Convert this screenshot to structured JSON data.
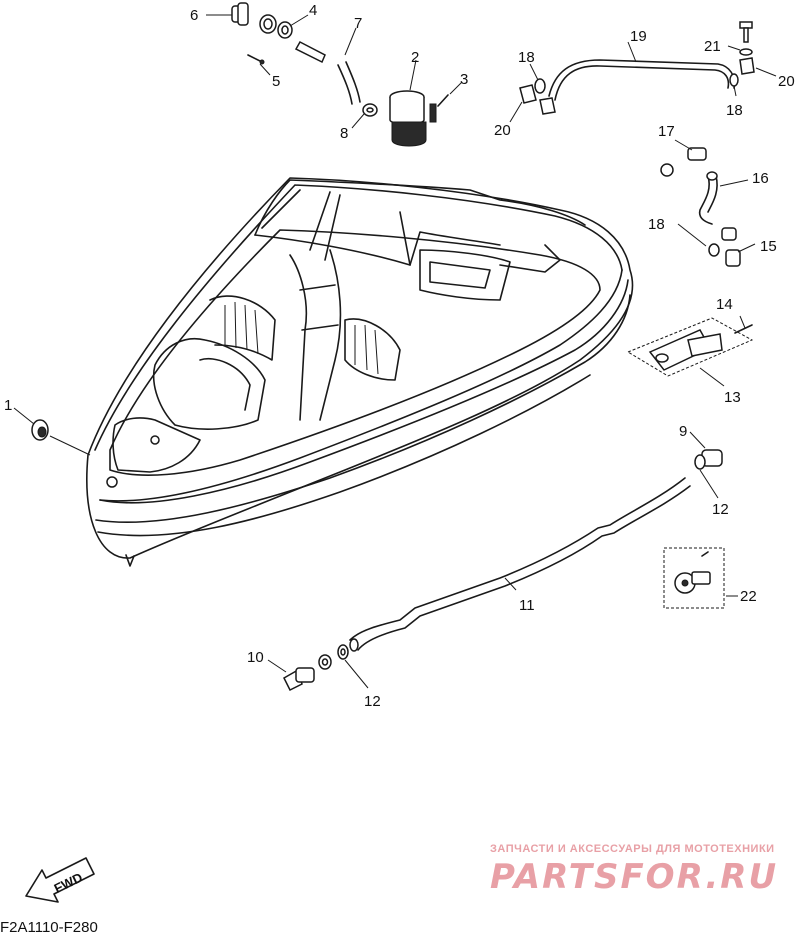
{
  "diagram_code": "F2A1110-F280",
  "callouts": [
    "1",
    "2",
    "3",
    "4",
    "5",
    "6",
    "7",
    "8",
    "9",
    "10",
    "11",
    "12",
    "12",
    "13",
    "14",
    "15",
    "16",
    "17",
    "18",
    "18",
    "18",
    "19",
    "20",
    "20",
    "21",
    "22"
  ],
  "fwd_label": "FWD",
  "watermark": {
    "tagline": "ЗАПЧАСТИ И АКСЕССУАРЫ ДЛЯ МОТОТЕХНИКИ",
    "brand": "PARTSFOR.RU",
    "color": "#e8a0a6"
  }
}
